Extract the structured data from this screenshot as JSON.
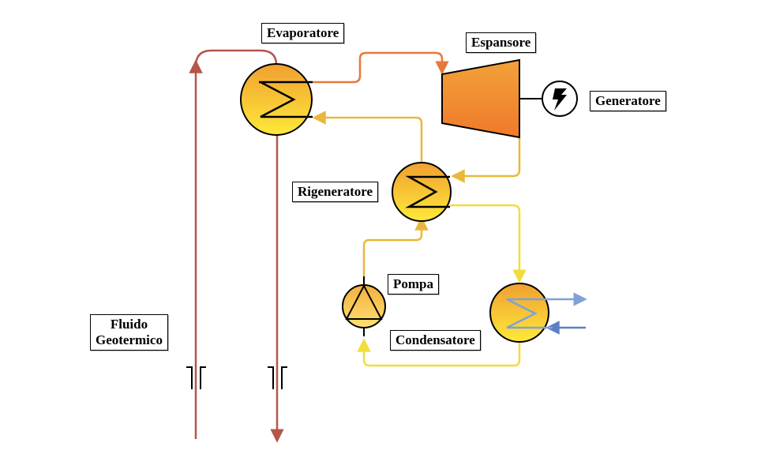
{
  "labels": {
    "evaporatore": "Evaporatore",
    "espansore": "Espansore",
    "generatore": "Generatore",
    "rigeneratore": "Rigeneratore",
    "pompa": "Pompa",
    "condensatore": "Condensatore",
    "fluido_line1": "Fluido",
    "fluido_line2": "Geotermico"
  },
  "colors": {
    "geothermal": "#b5564b",
    "hot": "#e8773a",
    "warm": "#e9b83a",
    "cool": "#f2dd3a",
    "coolant_in": "#5a7fc4",
    "coolant_out": "#7fa2d6"
  }
}
